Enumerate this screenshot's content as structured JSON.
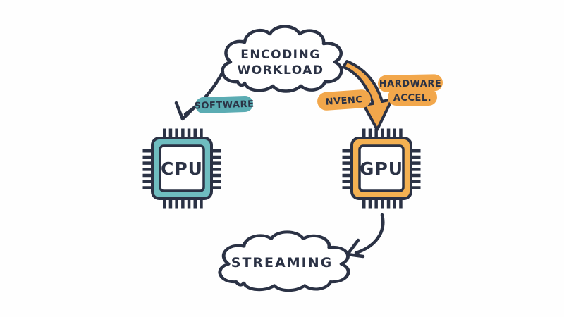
{
  "diagram": {
    "colors": {
      "ink": "#2B3245",
      "teal_highlight": "#5BACB3",
      "orange_highlight": "#F2A74B",
      "chip_teal": "#6FBDC0",
      "chip_orange": "#F4B152",
      "background": "#FEFEFE",
      "cloud_fill": "#FFFFFF"
    },
    "encoding_cloud": {
      "line1": "ENCODING",
      "line2": "WORKLOAD"
    },
    "software_label": "SOFTWARE",
    "nvenc_label": "NVENC",
    "hardware_label_line1": "HARDWARE",
    "hardware_label_line2": "ACCEL.",
    "cpu_chip": {
      "label": "CPU"
    },
    "gpu_chip": {
      "label": "GPU"
    },
    "streaming_cloud": {
      "label": "STREAMING"
    }
  }
}
